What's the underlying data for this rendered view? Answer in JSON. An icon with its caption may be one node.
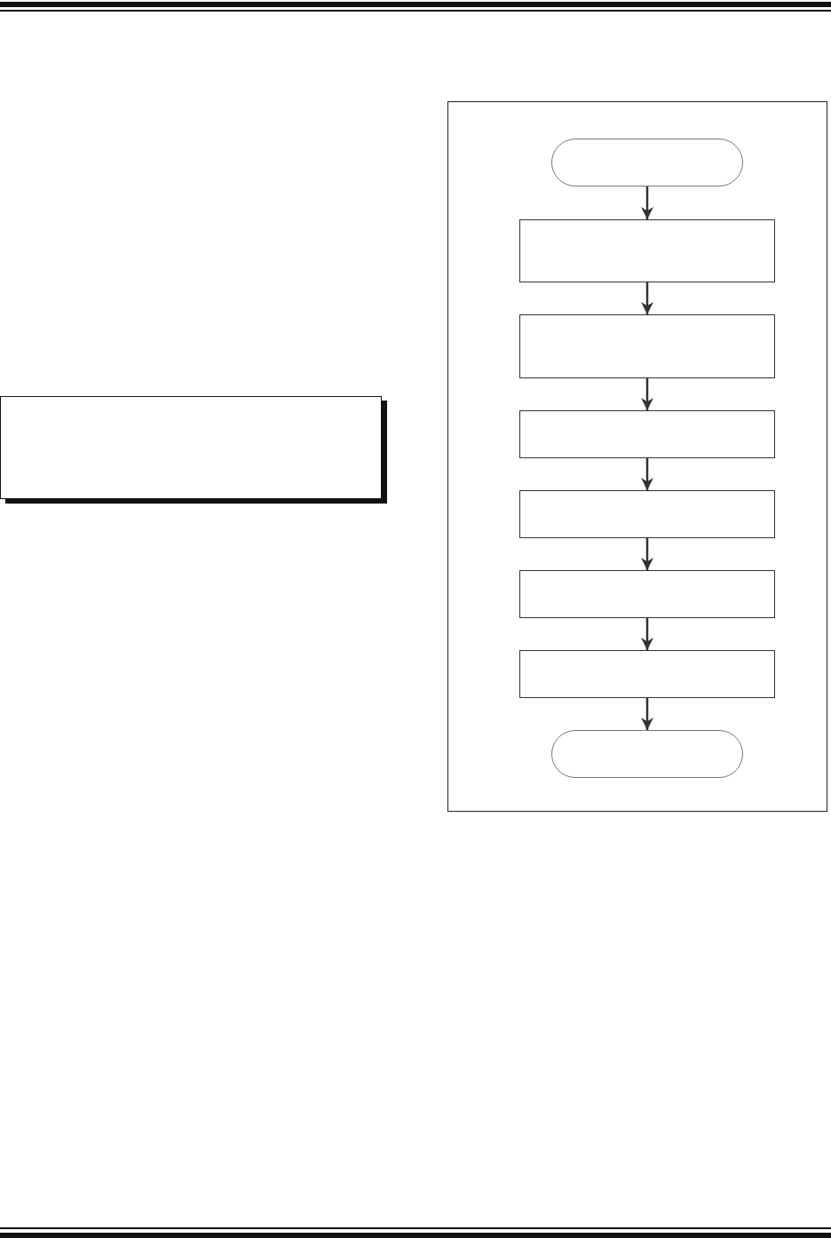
{
  "diagram": {
    "nodes": [
      {
        "text": [],
        "shape": "box"
      },
      {
        "text": [],
        "shape": "capsule"
      },
      {
        "text": [],
        "shape": "box"
      },
      {
        "text": [],
        "shape": "box"
      },
      {
        "text": [],
        "shape": "box"
      },
      {
        "text": [],
        "shape": "box"
      },
      {
        "text": [],
        "shape": "box"
      },
      {
        "text": [],
        "shape": "box"
      },
      {
        "text": [],
        "shape": "capsule"
      }
    ],
    "edges": [
      {
        "from": 1,
        "to": 2,
        "arrow": "to"
      },
      {
        "from": 2,
        "to": 3,
        "arrow": "to"
      },
      {
        "from": 3,
        "to": 4,
        "arrow": "to"
      },
      {
        "from": 4,
        "to": 5,
        "arrow": "to"
      },
      {
        "from": 5,
        "to": 6,
        "arrow": "to"
      },
      {
        "from": 6,
        "to": 7,
        "arrow": "to"
      },
      {
        "from": 7,
        "to": 8,
        "arrow": "to"
      }
    ]
  }
}
